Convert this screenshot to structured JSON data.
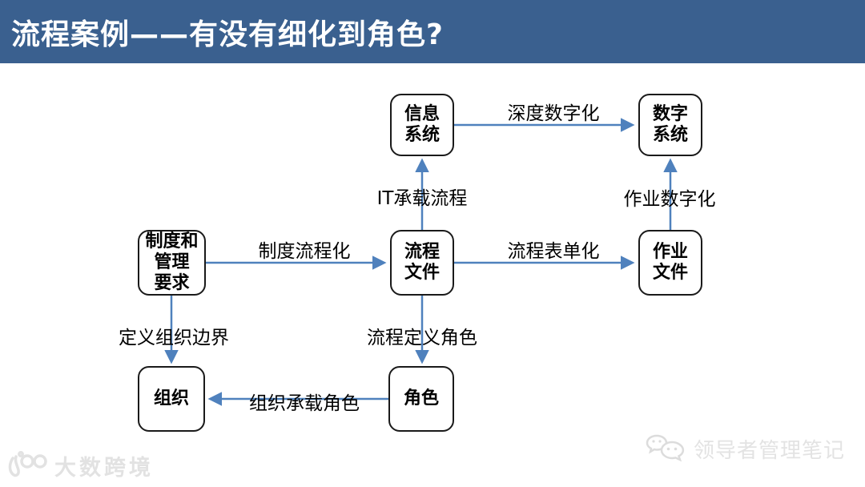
{
  "title": "流程案例——有没有细化到角色?",
  "colors": {
    "header_bg": "#3A608F",
    "arrow_blue": "#4F81BD",
    "box_border": "#1a1a1a",
    "watermark_gray": "#e2e2e2"
  },
  "diagram": {
    "nodes": [
      {
        "id": "info-system",
        "lines": [
          "信息",
          "系统"
        ]
      },
      {
        "id": "digital-system",
        "lines": [
          "数字",
          "系统"
        ]
      },
      {
        "id": "policy-requirements",
        "lines": [
          "制度和",
          "管理",
          "要求"
        ]
      },
      {
        "id": "process-document",
        "lines": [
          "流程",
          "文件"
        ]
      },
      {
        "id": "work-document",
        "lines": [
          "作业",
          "文件"
        ]
      },
      {
        "id": "organization",
        "lines": [
          "组织"
        ]
      },
      {
        "id": "role",
        "lines": [
          "角色"
        ]
      }
    ],
    "edges": [
      {
        "id": "info-to-digital",
        "from": "信息系统",
        "to": "数字系统",
        "label": "深度数字化"
      },
      {
        "id": "process-to-info",
        "from": "流程文件",
        "to": "信息系统",
        "label": "IT承载流程"
      },
      {
        "id": "policy-to-process",
        "from": "制度和管理要求",
        "to": "流程文件",
        "label": "制度流程化"
      },
      {
        "id": "process-to-work",
        "from": "流程文件",
        "to": "作业文件",
        "label": "流程表单化"
      },
      {
        "id": "work-to-digital",
        "from": "作业文件",
        "to": "数字系统",
        "label": "作业数字化"
      },
      {
        "id": "policy-to-org",
        "from": "制度和管理要求",
        "to": "组织",
        "label": "定义组织边界"
      },
      {
        "id": "process-to-role",
        "from": "流程文件",
        "to": "角色",
        "label": "流程定义角色"
      },
      {
        "id": "role-to-org",
        "from": "角色",
        "to": "组织",
        "label": "组织承载角色"
      }
    ]
  },
  "watermarks": {
    "brand_left": {
      "label": "大数跨境"
    },
    "brand_right": {
      "label": "领导者管理笔记"
    }
  }
}
